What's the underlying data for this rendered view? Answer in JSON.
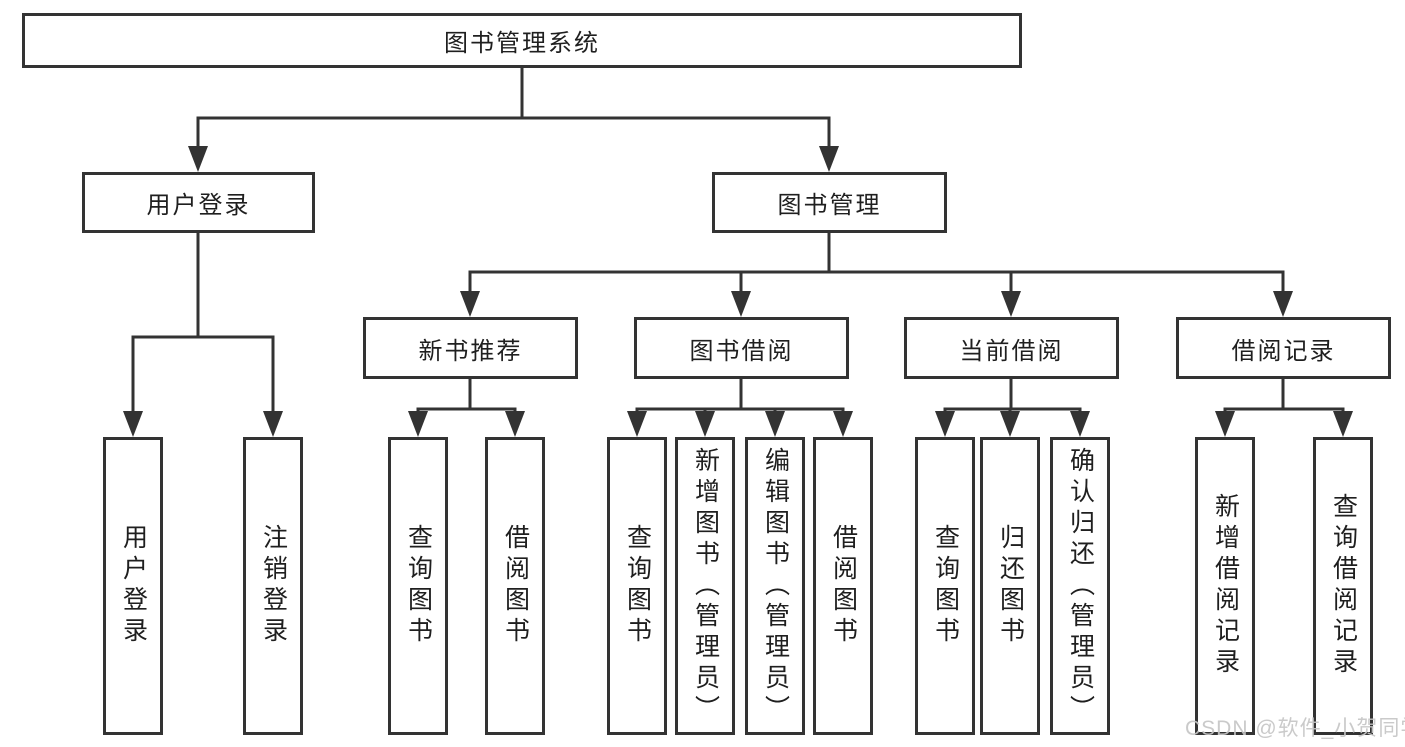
{
  "diagram": {
    "root": "图书管理系统",
    "level2": [
      "用户登录",
      "图书管理"
    ],
    "level3": [
      "新书推荐",
      "图书借阅",
      "当前借阅",
      "借阅记录"
    ],
    "leaves": {
      "user_login": [
        "用户登录",
        "注销登录"
      ],
      "new_books": [
        "查询图书",
        "借阅图书"
      ],
      "book_borrow": [
        "查询图书",
        "新增图书（管理员）",
        "编辑图书（管理员）",
        "借阅图书"
      ],
      "current_borrow": [
        "查询图书",
        "归还图书",
        "确认归还（管理员）"
      ],
      "borrow_records": [
        "新增借阅记录",
        "查询借阅记录"
      ]
    }
  },
  "watermark": "CSDN @软件_小贺同学",
  "colors": {
    "line": "#333333",
    "text": "#1f1f1f",
    "watermark": "#c6c6c6",
    "background": "#ffffff"
  }
}
